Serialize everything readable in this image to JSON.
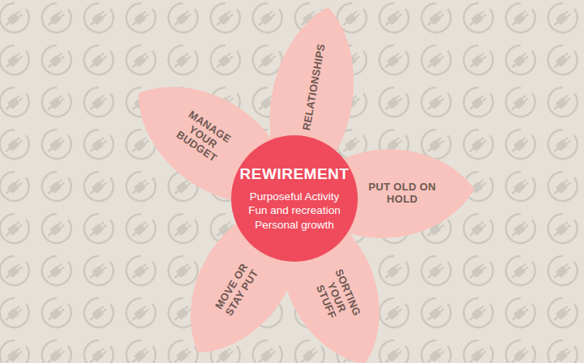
{
  "diagram": {
    "nodes": [
      {
        "text": [
          "REWIREMENT",
          "Purposeful Activity Fun and recreation Personal growth"
        ]
      },
      {
        "text": [
          "MANAGE YOUR BUDGET"
        ]
      },
      {
        "text": [
          "RELATIONSHIPS"
        ]
      },
      {
        "text": [
          "PUT OLD ON HOLD"
        ]
      },
      {
        "text": [
          "SORTING YOUR STUFF"
        ]
      },
      {
        "text": [
          "MOVE OR STAY PUT"
        ]
      }
    ]
  }
}
